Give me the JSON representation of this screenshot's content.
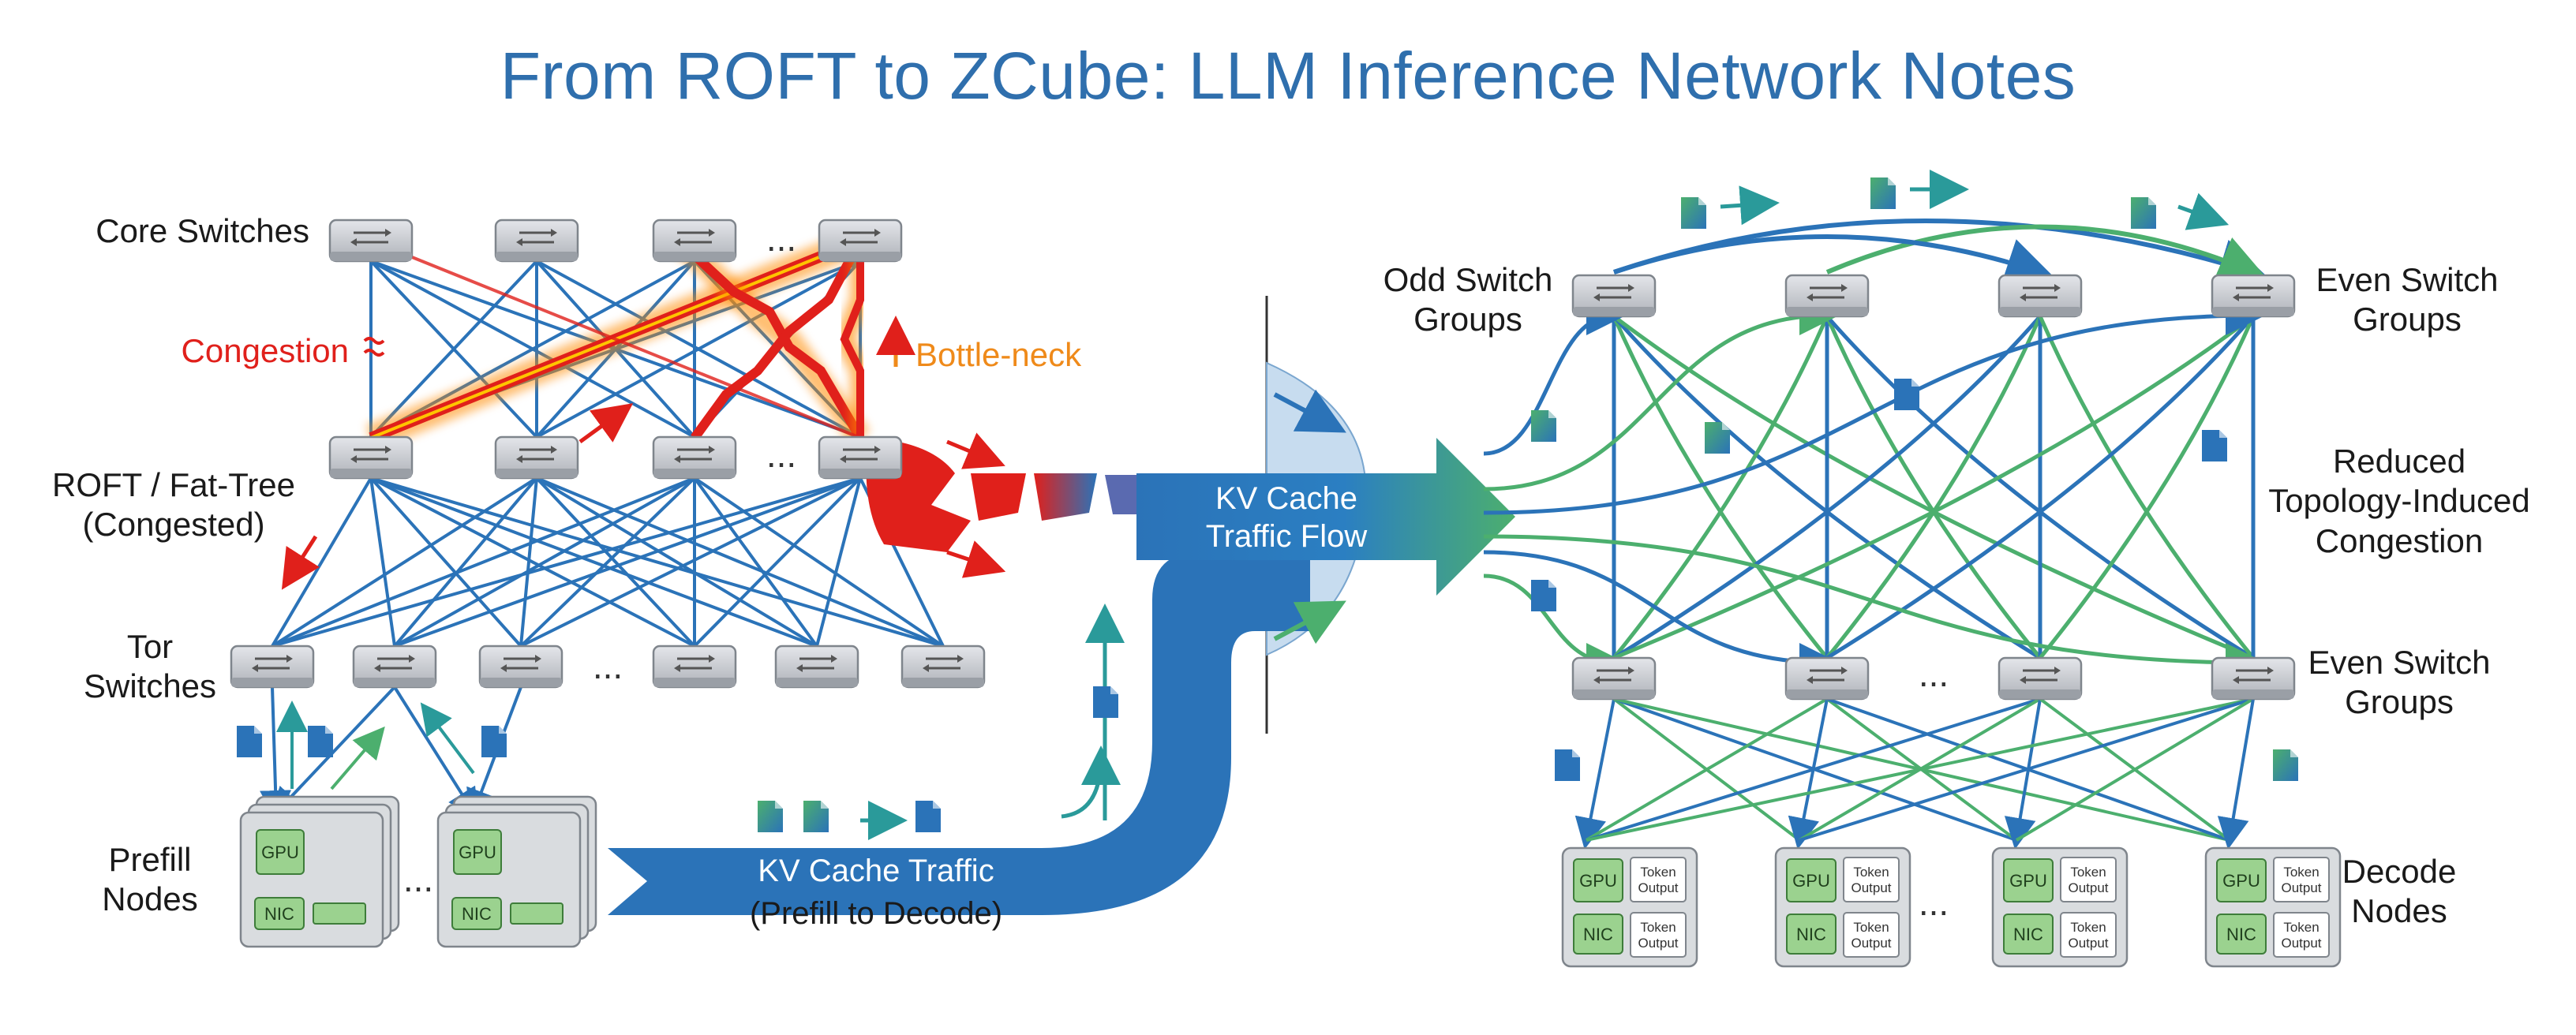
{
  "title": "From ROFT to ZCube: LLM Inference Network Notes",
  "left": {
    "core_label": "Core Switches",
    "congestion_label": "Congestion",
    "bottleneck_label": "Bottle-neck",
    "roft_label_line1": "ROFT / Fat-Tree",
    "roft_label_line2": "(Congested)",
    "tor_label_line1": "Tor",
    "tor_label_line2": "Switches",
    "prefill_label_line1": "Prefill",
    "prefill_label_line2": "Nodes",
    "ellipsis": "...",
    "gpu": "GPU",
    "nic": "NIC"
  },
  "middle": {
    "kv_flow_line1": "KV Cache",
    "kv_flow_line2": "Traffic Flow",
    "kv_traffic_line1": "KV Cache Traffic",
    "kv_traffic_line2": "(Prefill to Decode)"
  },
  "right": {
    "odd_line1": "Odd Switch",
    "odd_line2": "Groups",
    "even_top_line1": "Even Switch",
    "even_top_line2": "Groups",
    "reduced_line1": "Reduced",
    "reduced_line2": "Topology-Induced",
    "reduced_line3": "Congestion",
    "even_bottom_line1": "Even Switch",
    "even_bottom_line2": "Groups",
    "decode_line1": "Decode",
    "decode_line2": "Nodes",
    "gpu": "GPU",
    "nic": "NIC",
    "token_line1": "Token",
    "token_line2": "Output"
  },
  "colors": {
    "title": "#2f6fad",
    "link_blue": "#2b73b8",
    "link_green": "#4caf6e",
    "congestion_red": "#e0201b",
    "bottleneck_orange": "#ef8a1a",
    "switch_gray": "#c9ccd1"
  }
}
